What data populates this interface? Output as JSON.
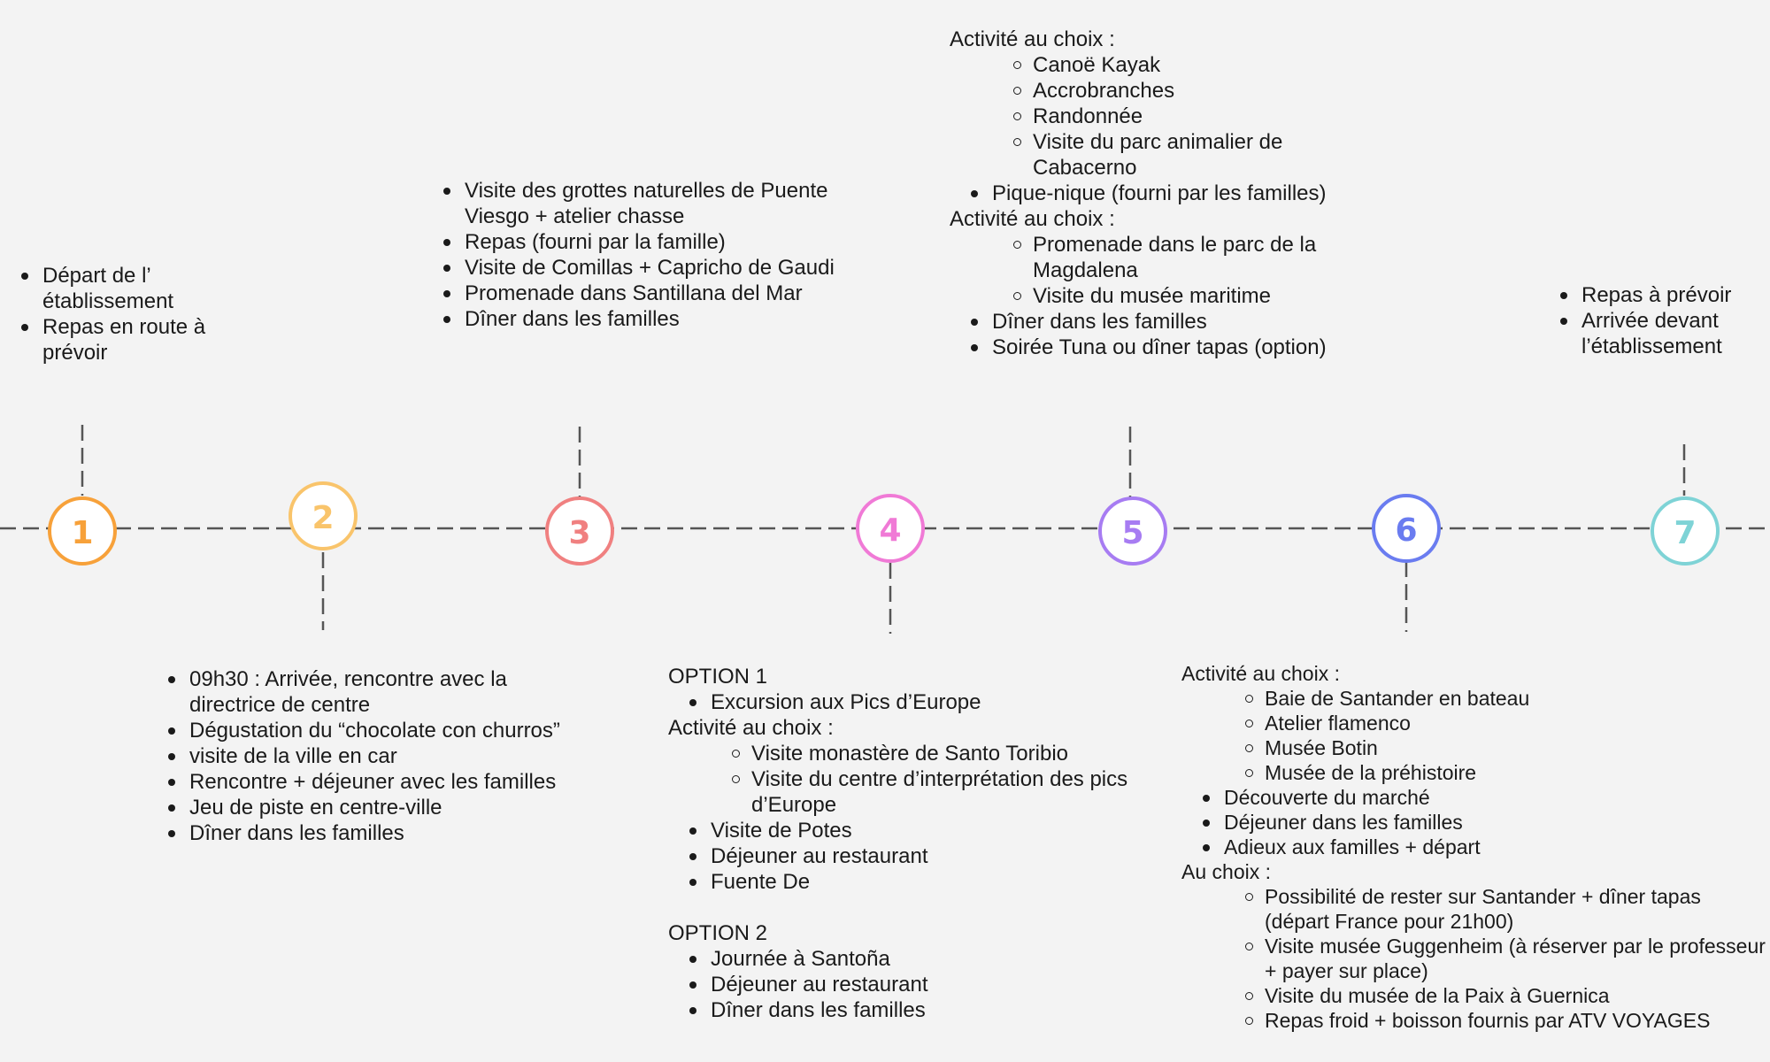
{
  "colors": {
    "line": "#555555",
    "day1": "#f7a13a",
    "day2": "#f9c46b",
    "day3": "#f08080",
    "day4": "#f07ad6",
    "day5": "#a77cf2",
    "day6": "#6a7cf0",
    "day7": "#7ed3d6"
  },
  "markers": [
    "1",
    "2",
    "3",
    "4",
    "5",
    "6",
    "7"
  ],
  "day1": {
    "items": [
      "Départ de l’ établissement",
      "Repas en route à prévoir"
    ]
  },
  "day2": {
    "items": [
      "09h30 : Arrivée, rencontre avec la directrice de centre",
      "Dégustation du “chocolate con churros”",
      "visite de la ville en car",
      "Rencontre + déjeuner avec les familles",
      "Jeu de piste en centre-ville",
      " Dîner dans les familles"
    ]
  },
  "day3": {
    "items": [
      "Visite des grottes naturelles de Puente Viesgo + atelier chasse",
      "Repas (fourni par la famille)",
      "Visite de Comillas + Capricho de Gaudi",
      "Promenade dans Santillana del Mar",
      "Dîner dans les familles"
    ]
  },
  "day4": {
    "opt1_title": "OPTION 1",
    "opt1_item": "Excursion aux Pics d’Europe",
    "choice_title": "Activité au choix :",
    "choices": [
      "Visite monastère de Santo Toribio",
      " Visite du centre d’interprétation des pics d’Europe"
    ],
    "items": [
      "Visite de Potes",
      "Déjeuner au restaurant",
      "Fuente De"
    ],
    "opt2_title": "OPTION 2",
    "opt2_items": [
      "Journée à Santoña",
      "Déjeuner au restaurant",
      "Dîner dans les familles"
    ]
  },
  "day5": {
    "choice1_title": "Activité au choix :",
    "choices1": [
      "Canoë Kayak",
      "Accrobranches",
      "Randonnée",
      "Visite du parc animalier de Cabacerno"
    ],
    "item1": "Pique-nique (fourni par les familles)",
    "choice2_title": "Activité au choix :",
    "choices2": [
      "Promenade dans le parc de la Magdalena",
      "Visite du musée maritime"
    ],
    "items": [
      "Dîner dans les familles",
      "Soirée Tuna ou dîner tapas (option)"
    ]
  },
  "day6": {
    "choice_title": "Activité au choix :",
    "choices": [
      "Baie de Santander en bateau",
      "Atelier flamenco",
      "Musée Botin",
      "Musée de la préhistoire"
    ],
    "items": [
      "Découverte du marché",
      "Déjeuner dans les familles",
      "Adieux aux familles + départ"
    ],
    "option_title": "Au choix :",
    "options": [
      "Possibilité de rester sur Santander + dîner tapas (départ France pour 21h00)",
      "Visite musée Guggenheim (à réserver par le professeur + payer sur place)",
      "Visite du musée de la Paix à Guernica",
      "Repas froid + boisson fournis par ATV VOYAGES"
    ]
  },
  "day7": {
    "items": [
      "Repas à prévoir",
      "Arrivée devant l’établissement"
    ]
  }
}
